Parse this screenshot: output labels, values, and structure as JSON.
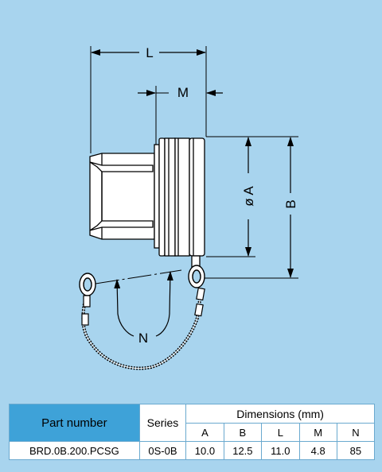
{
  "drawing": {
    "labels": {
      "L": "L",
      "M": "M",
      "A": "ø A",
      "B": "B",
      "N": "N"
    }
  },
  "table": {
    "part_number_header": "Part number",
    "series_header": "Series",
    "dimensions_header": "Dimensions (mm)",
    "columns": [
      "A",
      "B",
      "L",
      "M",
      "N"
    ],
    "row": {
      "part_number": "BRD.0B.200.PCSG",
      "series": "0S-0B",
      "values": [
        "10.0",
        "12.5",
        "11.0",
        "4.8",
        "85"
      ]
    }
  },
  "colors": {
    "background": "#a8d4ee",
    "header_fill": "#3ea2d8"
  }
}
